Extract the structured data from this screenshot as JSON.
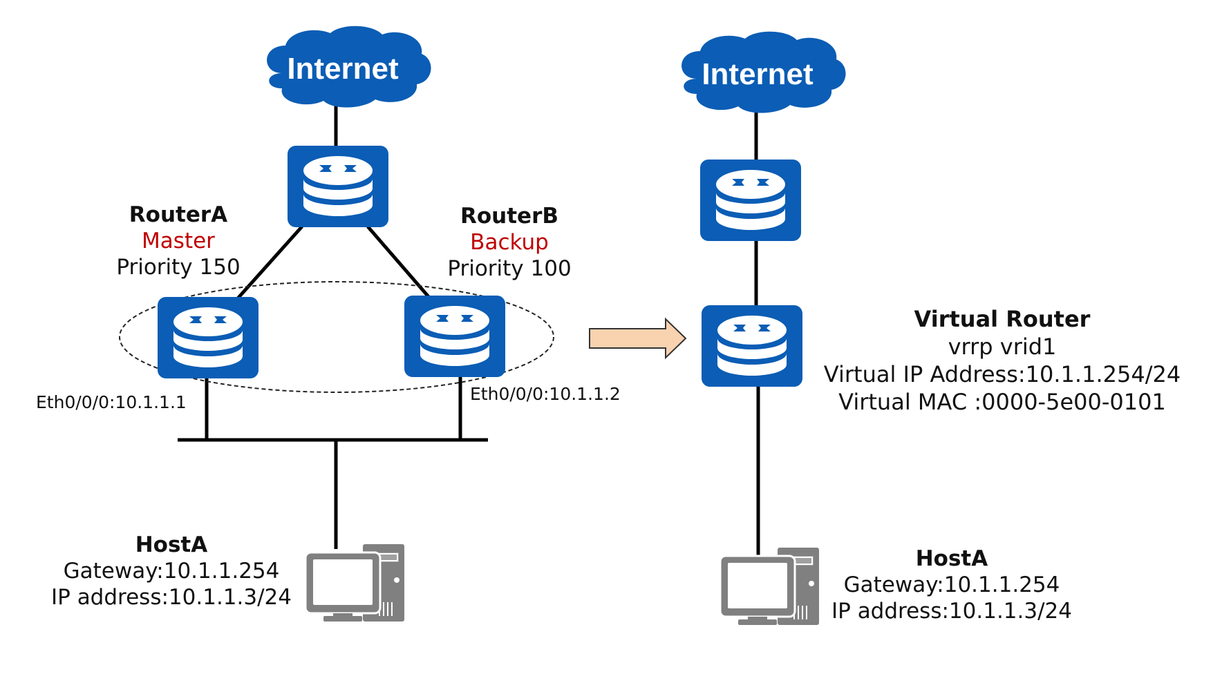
{
  "colors": {
    "device_blue": "#0b5db5",
    "label_red": "#c00000",
    "arrow_fill": "#f9d2b0",
    "pc_gray": "#808080"
  },
  "left_topology": {
    "cloud": {
      "label": "Internet",
      "icon": "cloud-icon"
    },
    "core_router": {
      "icon": "router-icon"
    },
    "router_a": {
      "name": "RouterA",
      "role": "Master",
      "priority": "Priority 150",
      "interface": "Eth0/0/0:10.1.1.1",
      "icon": "router-icon"
    },
    "router_b": {
      "name": "RouterB",
      "role": "Backup",
      "priority": "Priority 100",
      "interface": "Eth0/0/0:10.1.1.2",
      "icon": "router-icon"
    },
    "vrrp_group": {
      "icon": "dashed-ellipse"
    },
    "host": {
      "name": "HostA",
      "gateway": "Gateway:10.1.1.254",
      "ip": "IP address:10.1.1.3/24",
      "icon": "pc-icon"
    }
  },
  "transition_arrow": {
    "icon": "right-arrow-icon"
  },
  "right_topology": {
    "cloud": {
      "label": "Internet",
      "icon": "cloud-icon"
    },
    "core_router": {
      "icon": "router-icon"
    },
    "virtual_router": {
      "title": "Virtual Router",
      "vrid": "vrrp vrid1",
      "virtual_ip": "Virtual IP Address:10.1.1.254/24",
      "virtual_mac": "Virtual MAC :0000-5e00-0101",
      "icon": "router-icon"
    },
    "host": {
      "name": "HostA",
      "gateway": "Gateway:10.1.1.254",
      "ip": "IP address:10.1.1.3/24",
      "icon": "pc-icon"
    }
  }
}
